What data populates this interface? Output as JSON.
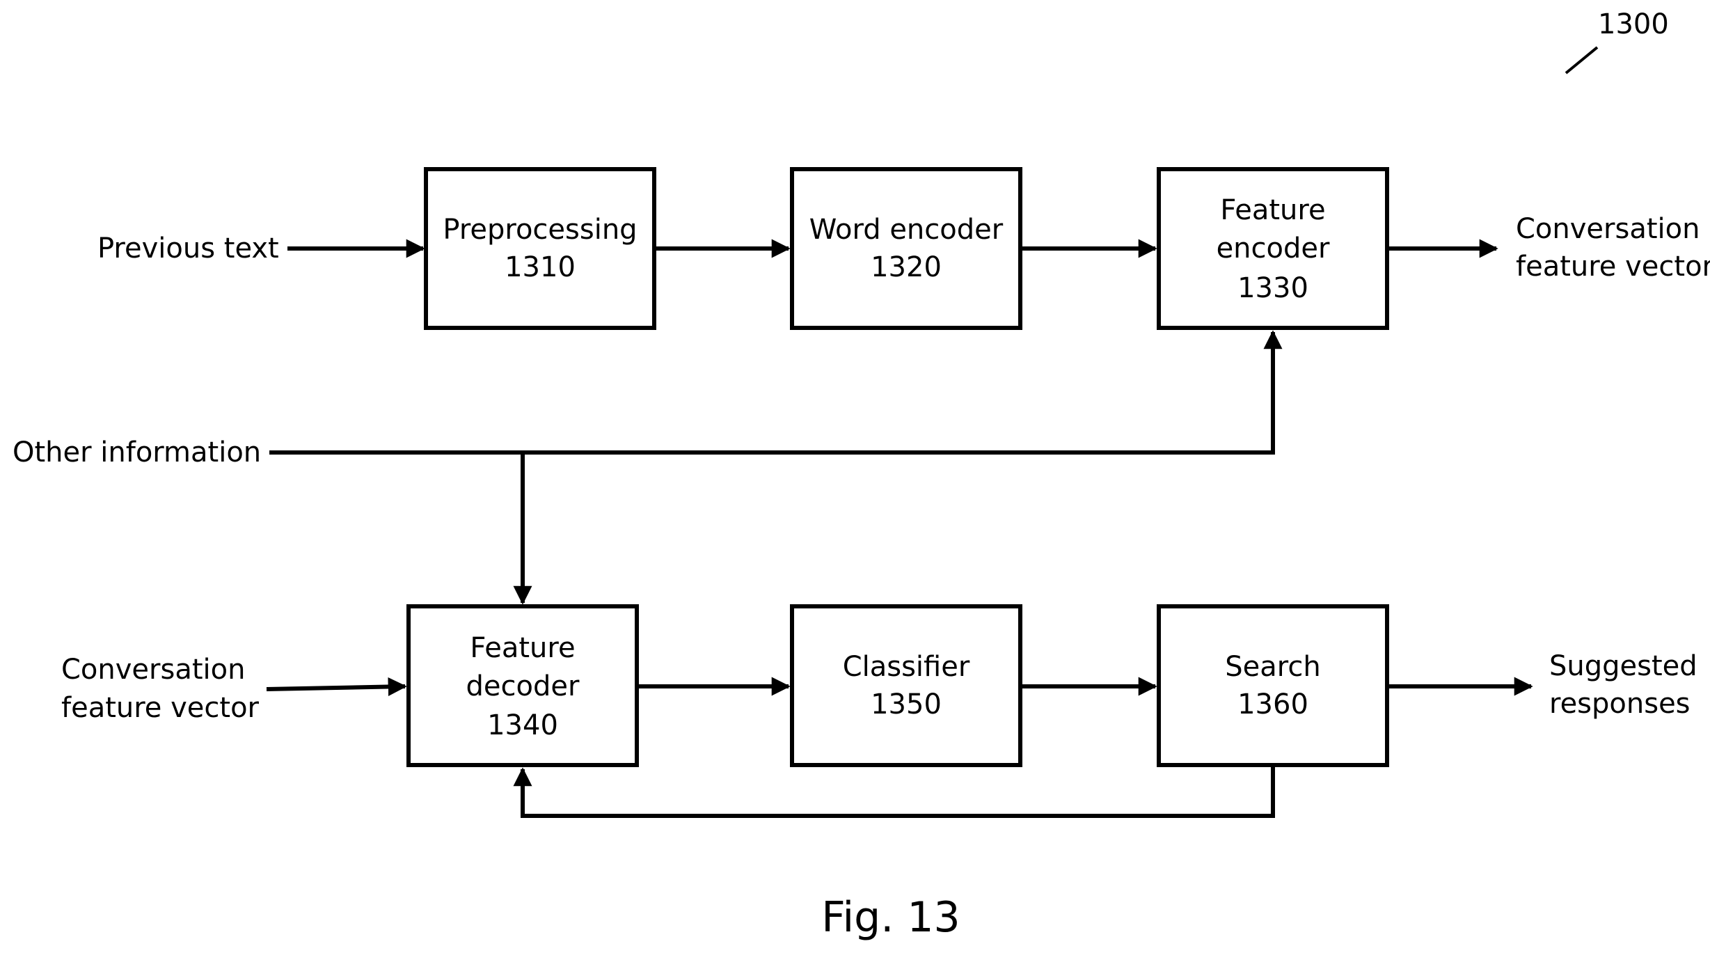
{
  "figure": {
    "reference_number": "1300",
    "caption": "Fig. 13"
  },
  "inputs": {
    "previous_text": "Previous text",
    "other_information": "Other information",
    "conversation_feature_vector": [
      "Conversation",
      "feature vector"
    ]
  },
  "outputs": {
    "conversation_feature_vector": [
      "Conversation",
      "feature vector"
    ],
    "suggested_responses": [
      "Suggested",
      "responses"
    ]
  },
  "blocks": {
    "preprocessing": [
      "Preprocessing",
      "1310"
    ],
    "word_encoder": [
      "Word encoder",
      "1320"
    ],
    "feature_encoder": [
      "Feature",
      "encoder",
      "1330"
    ],
    "feature_decoder": [
      "Feature",
      "decoder",
      "1340"
    ],
    "classifier": [
      "Classifier",
      "1350"
    ],
    "search": [
      "Search",
      "1360"
    ]
  }
}
